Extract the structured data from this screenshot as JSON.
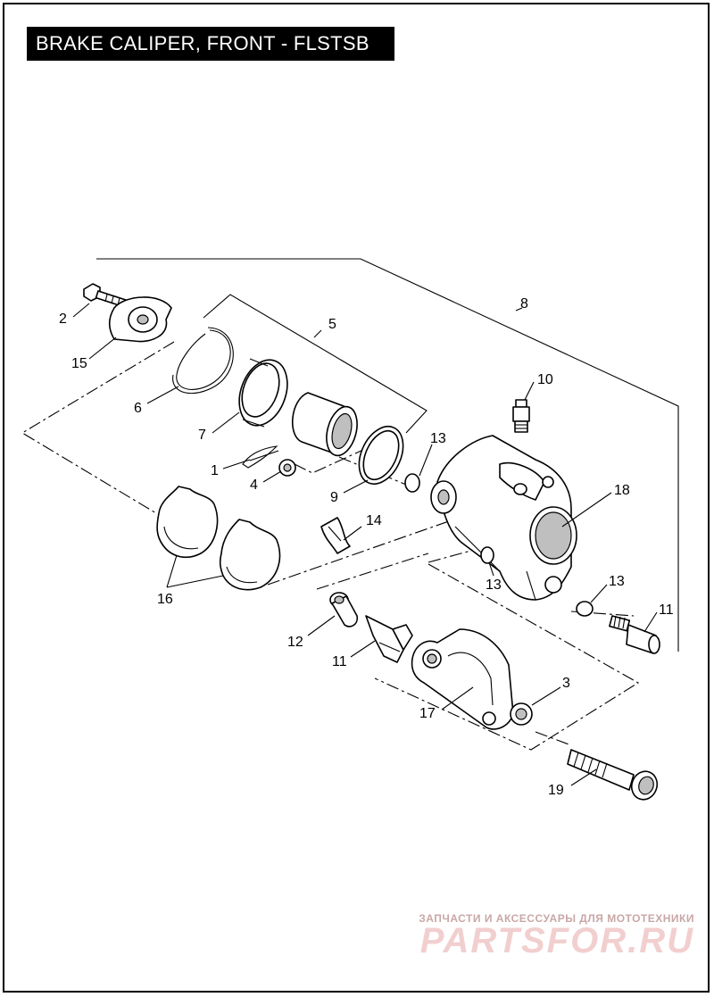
{
  "title": "BRAKE CALIPER, FRONT - FLSTSB",
  "callouts": {
    "c1": "1",
    "c2": "2",
    "c3": "3",
    "c4": "4",
    "c5": "5",
    "c6": "6",
    "c7": "7",
    "c8": "8",
    "c9": "9",
    "c10": "10",
    "c11a": "11",
    "c11b": "11",
    "c12": "12",
    "c13a": "13",
    "c13b": "13",
    "c13c": "13",
    "c14": "14",
    "c15": "15",
    "c16": "16",
    "c17": "17",
    "c18": "18",
    "c19": "19"
  },
  "watermark": {
    "tagline": "ЗАПЧАСТИ И АКСЕССУАРЫ ДЛЯ МОТОТЕХНИКИ",
    "brand": "PARTSFOR.RU"
  },
  "colors": {
    "ink": "#000000",
    "background": "#ffffff",
    "watermark": "#f2cfcf"
  }
}
